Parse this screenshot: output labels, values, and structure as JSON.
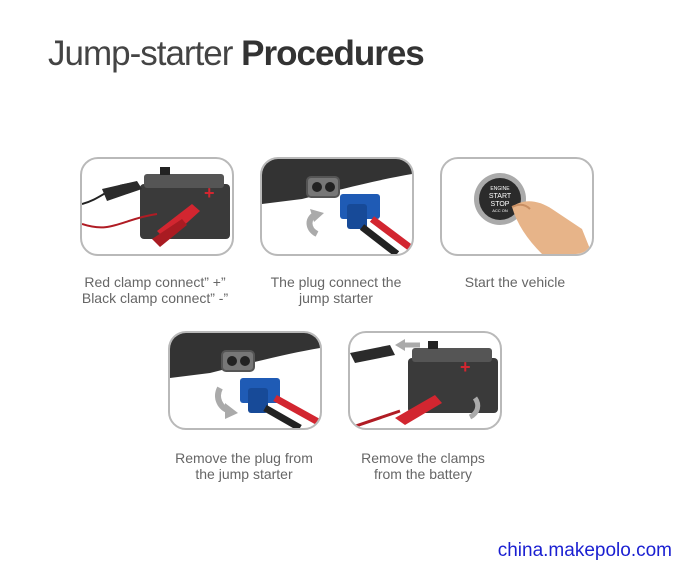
{
  "title": {
    "light": "Jump-starter",
    "bold": "Procedures"
  },
  "steps": [
    {
      "lines": [
        "Red clamp connect”  +”",
        "Black clamp connect”  -”"
      ]
    },
    {
      "lines": [
        "The plug connect the",
        "jump starter"
      ]
    },
    {
      "lines": [
        "Start the vehicle"
      ]
    },
    {
      "lines": [
        "Remove the plug from",
        "the jump starter"
      ]
    },
    {
      "lines": [
        "Remove the clamps",
        "from the battery"
      ]
    }
  ],
  "button_text": {
    "line1": "ENGINE",
    "line2": "START",
    "line3": "STOP",
    "line4": "ACC ON"
  },
  "watermark": "china.makepolo.com",
  "colors": {
    "red": "#d22630",
    "blue": "#1f5bb5",
    "dark": "#3a3a3a"
  }
}
